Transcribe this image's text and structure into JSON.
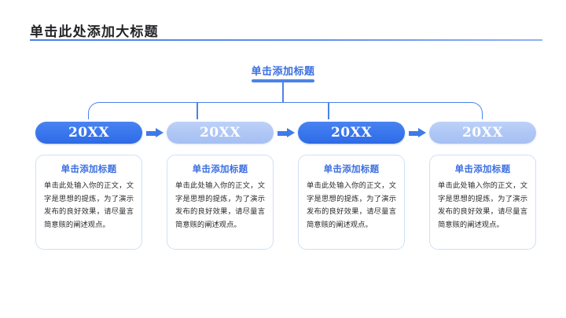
{
  "header": {
    "title": "单击此处添加大标题",
    "rule_color": "#4a7fe8"
  },
  "root": {
    "title": "单击添加标题",
    "accent_color": "#4c82ea"
  },
  "connector": {
    "color": "#4c82ea"
  },
  "arrow": {
    "icon": "arrow-right-icon",
    "color": "#3e7bea"
  },
  "palette": {
    "dark_blue": "#3b78ee",
    "light_blue": "#afc7f5",
    "heading_blue": "#3b6fe0",
    "card_border": "#cfe0f7",
    "body_text": "#2b2b2e",
    "title_text": "#222326"
  },
  "nodes": [
    {
      "label": "20XX",
      "style": "dark",
      "heading": "单击添加标题",
      "body": "单击此处输入你的正文，文字是思想的提炼，为了演示发布的良好效果，请尽量言简意赅的阐述观点。"
    },
    {
      "label": "20XX",
      "style": "light",
      "heading": "单击添加标题",
      "body": "单击此处输入你的正文，文字是思想的提炼，为了演示发布的良好效果，请尽量言简意赅的阐述观点。"
    },
    {
      "label": "20XX",
      "style": "dark",
      "heading": "单击添加标题",
      "body": "单击此处输入你的正文，文字是思想的提炼，为了演示发布的良好效果，请尽量言简意赅的阐述观点。"
    },
    {
      "label": "20XX",
      "style": "light",
      "heading": "单击添加标题",
      "body": "单击此处输入你的正文，文字是思想的提炼，为了演示发布的良好效果，请尽量言简意赅的阐述观点。"
    }
  ]
}
